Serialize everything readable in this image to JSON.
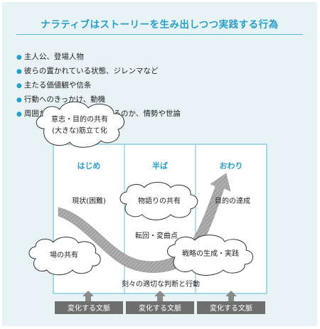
{
  "title": "ナラティブはストーリーを生み出しつつ実践する行為",
  "bullets": [
    "主人公、登場人物",
    "彼らの置かれている状態、ジレンマなど",
    "主たる価値観や信条",
    "行動へのきっかけ、動機",
    "周囲から何が求められているのか、情勢や世論"
  ],
  "columns": [
    "はじめ",
    "半ば",
    "おわり"
  ],
  "clouds": {
    "vision_line1": "意志・目的の共有",
    "vision_line2": "(大きな)筋立て化",
    "story_share": "物語りの共有",
    "field_share": "場の共有",
    "strategy": "戦略の生成・実践"
  },
  "labels": {
    "status": "現状(困難)",
    "goal": "目的の達成",
    "turning_point": "転回・変曲点",
    "judgement": "刻々の適切な判断と行動"
  },
  "context_label": "変化する文脈",
  "colors": {
    "accent": "#2a9ec4",
    "panel": "#ffffff",
    "arrow": "#9a9a9a",
    "context_box": "#6e6e6e"
  }
}
